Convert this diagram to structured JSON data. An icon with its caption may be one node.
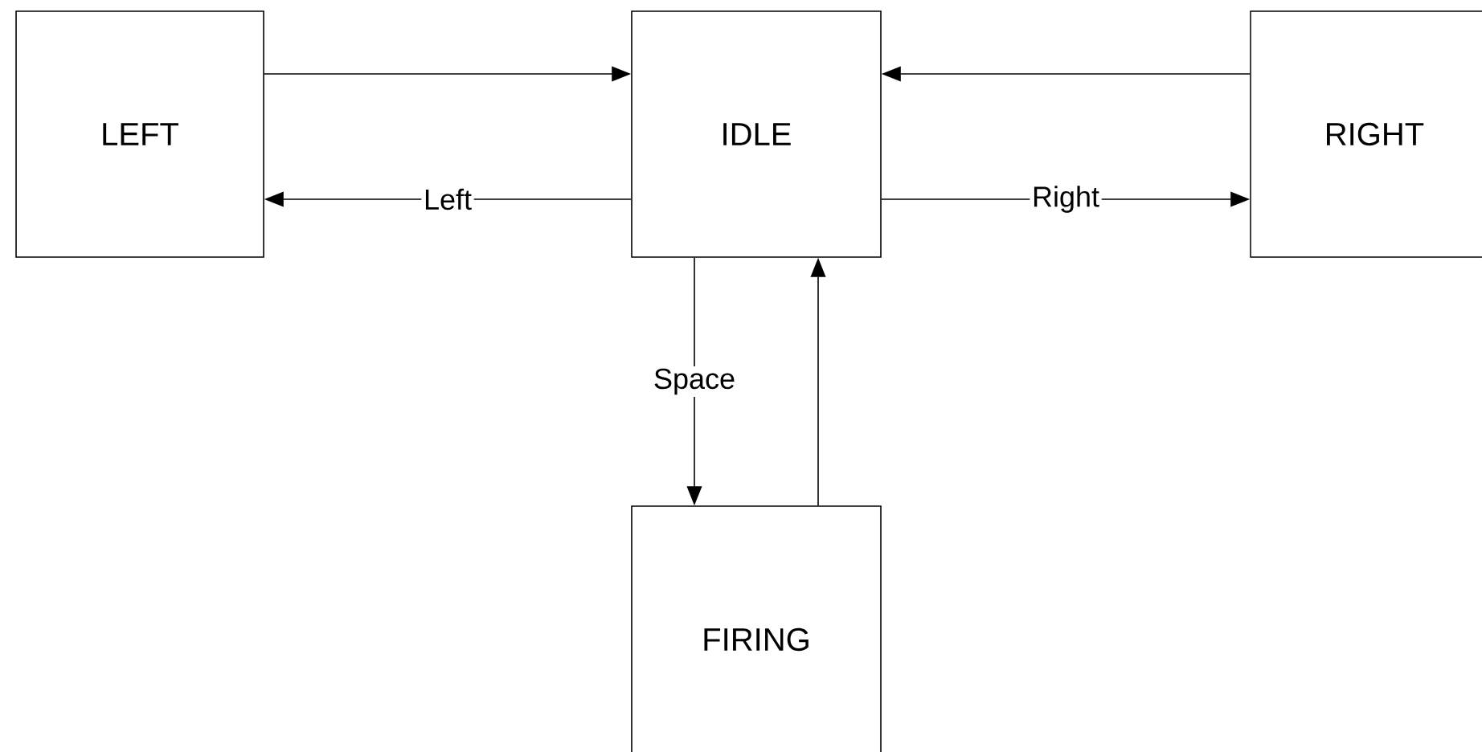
{
  "diagram": {
    "nodes": [
      {
        "text": [
          "LEFT"
        ]
      },
      {
        "text": [
          "IDLE"
        ]
      },
      {
        "text": [
          "RIGHT"
        ]
      },
      {
        "text": [
          "FIRING"
        ]
      }
    ],
    "edges": [
      {
        "from": 0,
        "to": 1,
        "arrow": "to"
      },
      {
        "from": 1,
        "to": 0,
        "arrow": "to",
        "label": "Left"
      },
      {
        "from": 2,
        "to": 1,
        "arrow": "to"
      },
      {
        "from": 1,
        "to": 2,
        "arrow": "to",
        "label": "Right"
      },
      {
        "from": 1,
        "to": 3,
        "arrow": "to",
        "label": "Space"
      },
      {
        "from": 3,
        "to": 1,
        "arrow": "to"
      }
    ]
  }
}
